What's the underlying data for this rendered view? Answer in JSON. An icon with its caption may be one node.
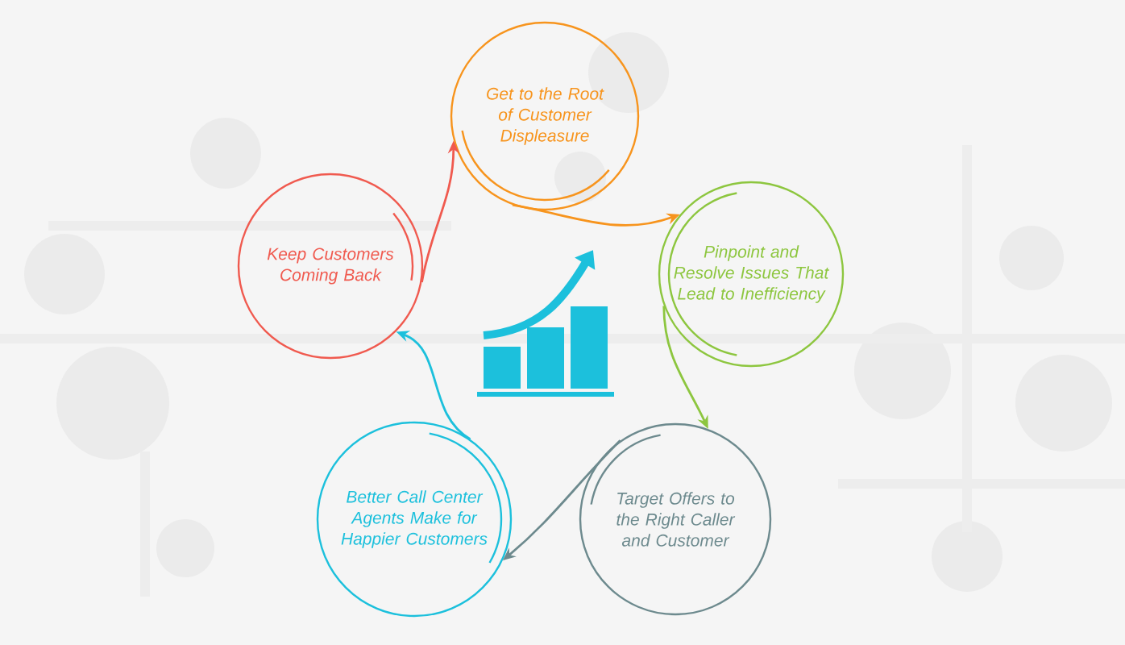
{
  "diagram": {
    "nodes": [
      {
        "text": [
          "Get to the Root of Customer Displeasure"
        ]
      },
      {
        "text": [
          "Pinpoint and Resolve Issues That Lead to Inefficiency"
        ]
      },
      {
        "text": [
          "Target Offers to the Right Caller and Customer"
        ]
      },
      {
        "text": [
          "Better Call Center Agents Make for Happier Customers"
        ]
      },
      {
        "text": [
          "Keep Customers Coming Back"
        ]
      }
    ],
    "edges": [
      {
        "from": 0,
        "to": 1,
        "arrow": "to",
        "color": "#f7941d"
      },
      {
        "from": 1,
        "to": 2,
        "arrow": "to",
        "color": "#8dc63f"
      },
      {
        "from": 2,
        "to": 3,
        "arrow": "to",
        "color": "#6d8a8e"
      },
      {
        "from": 3,
        "to": 4,
        "arrow": "to",
        "color": "#1cc0dc"
      },
      {
        "from": 4,
        "to": 0,
        "arrow": "to",
        "color": "#f05a4f"
      }
    ]
  }
}
